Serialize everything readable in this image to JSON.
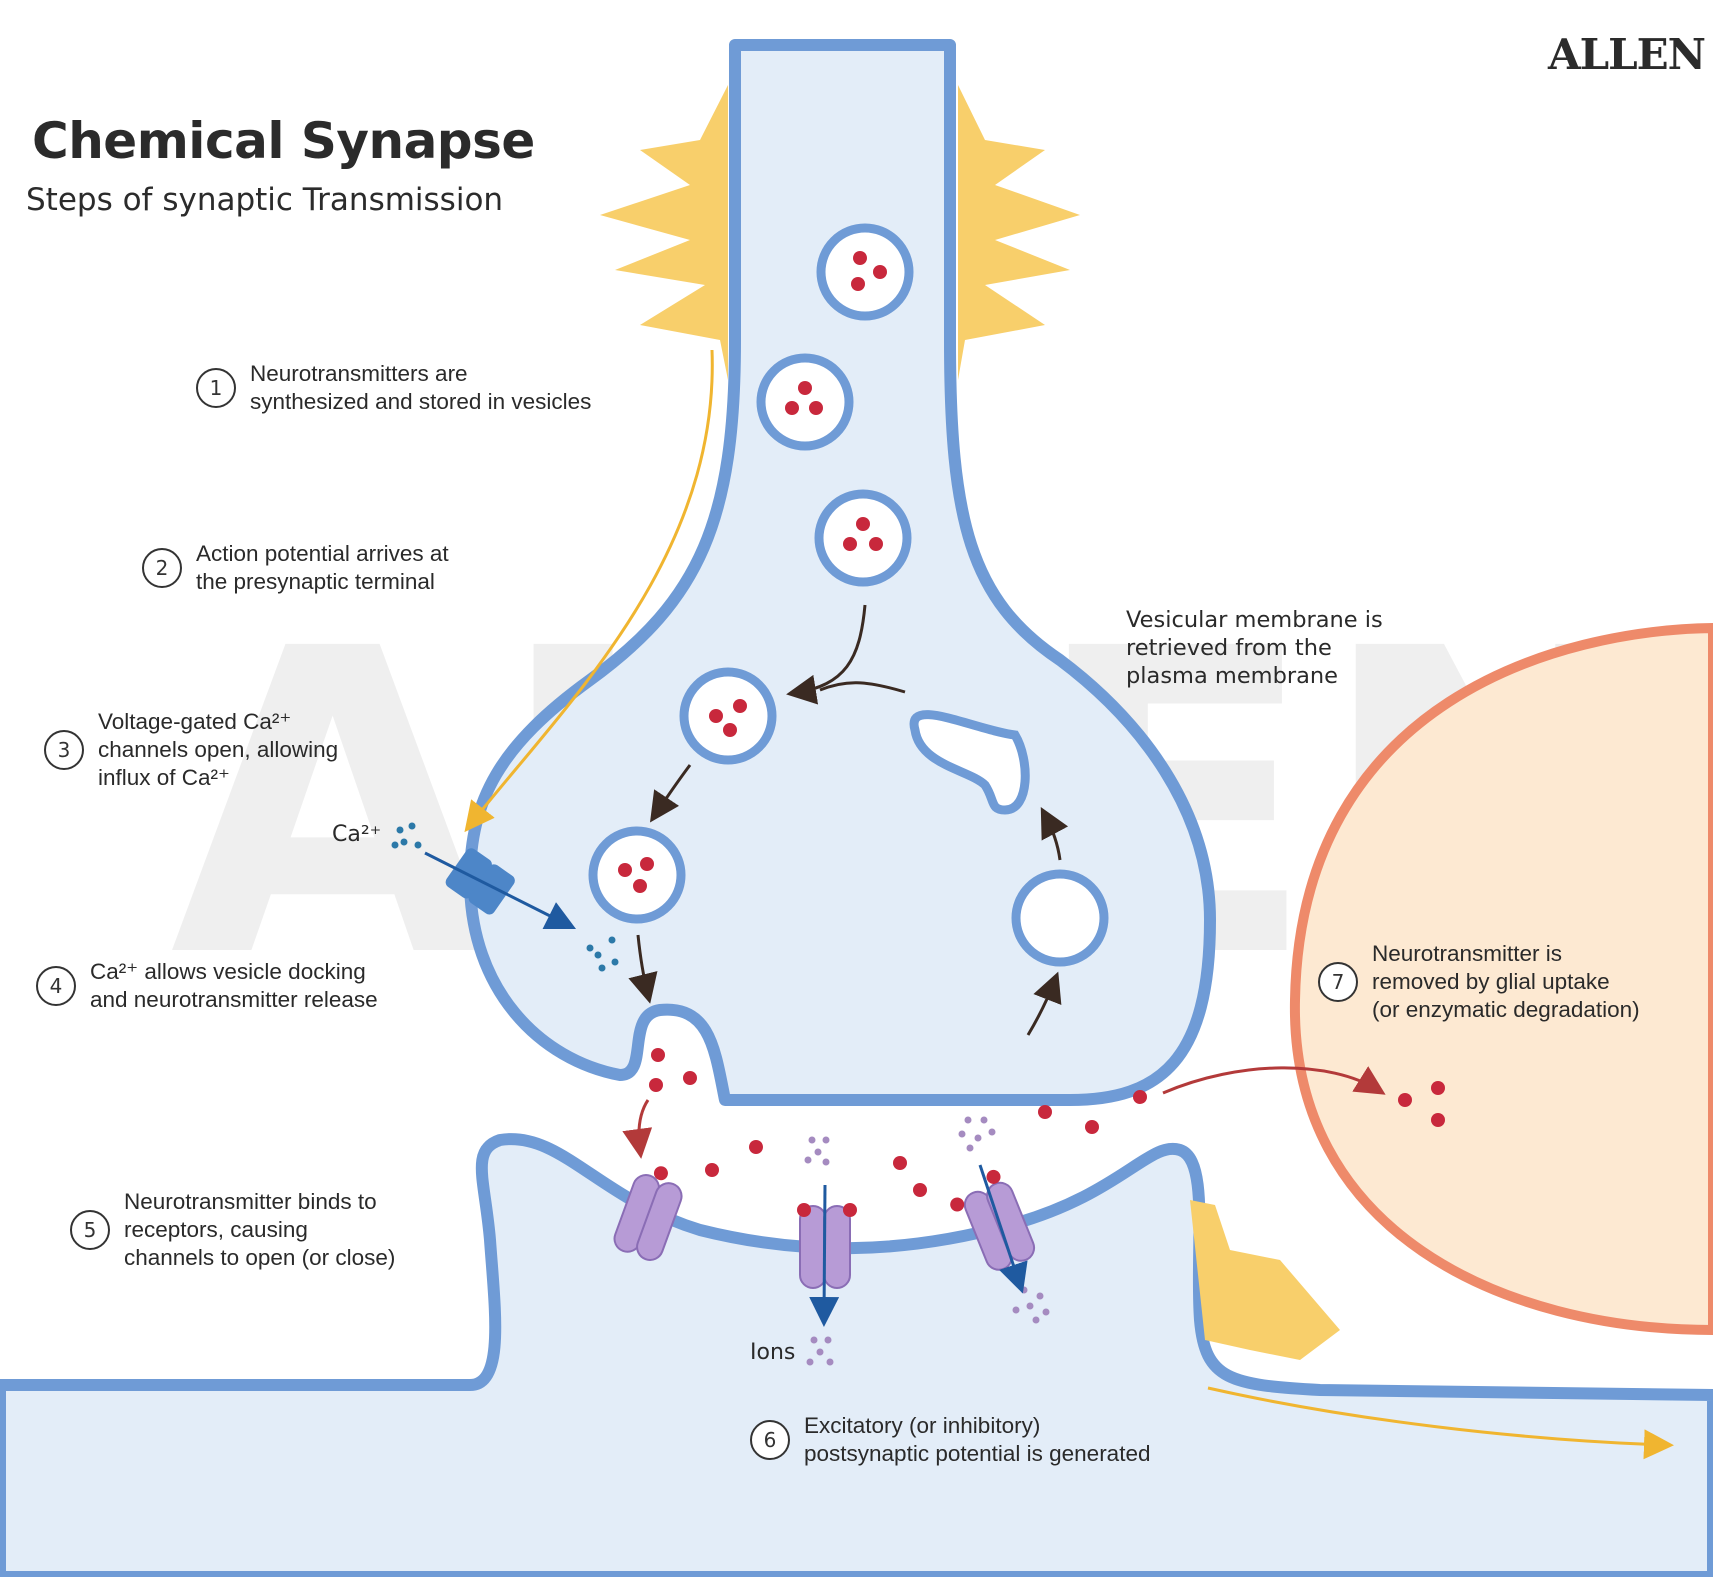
{
  "title": "Chemical Synapse",
  "subtitle": "Steps of synaptic Transmission",
  "brand": "ALLEN",
  "watermark": "ALLEN",
  "steps": [
    {
      "num": "1",
      "line1": "Neurotransmitters are",
      "line2": "synthesized and stored in vesicles"
    },
    {
      "num": "2",
      "line1": "Action potential arrives at",
      "line2": "the presynaptic terminal"
    },
    {
      "num": "3",
      "line1": "Voltage-gated Ca²⁺",
      "line2": "channels open, allowing",
      "line3": "influx of Ca²⁺"
    },
    {
      "num": "4",
      "line1": "Ca²⁺ allows vesicle docking",
      "line2": "and neurotransmitter release"
    },
    {
      "num": "5",
      "line1": "Neurotransmitter binds to",
      "line2": "receptors, causing",
      "line3": "channels to open (or close)"
    },
    {
      "num": "6",
      "line1": "Excitatory (or inhibitory)",
      "line2": "postsynaptic potential is generated"
    },
    {
      "num": "7",
      "line1": "Neurotransmitter is",
      "line2": "removed by glial uptake",
      "line3": "(or enzymatic degradation)"
    }
  ],
  "retrieval_note": {
    "line1": "Vesicular membrane is",
    "line2": "retrieved from the",
    "line3": "plasma membrane"
  },
  "ca_label": "Ca²⁺",
  "ions_label": "Ions",
  "colors": {
    "membrane": "#6f9bd6",
    "cytoplasm": "#e3edf8",
    "neurotransmitter": "#c8283c",
    "action_potential": "#f5c14a",
    "glia_fill": "#fde9d2",
    "glia_border": "#ee8a6a",
    "receptor": "#b79bd6",
    "calcium_channel": "#4d86c8",
    "ions": "#a58bc0",
    "arrow_dark": "#3a2a22",
    "arrow_blue": "#1f5aa0",
    "arrow_red": "#b33a3a"
  }
}
